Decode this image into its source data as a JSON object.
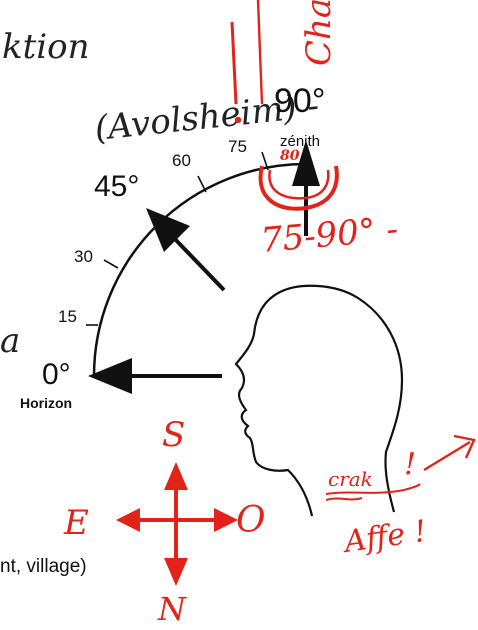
{
  "colors": {
    "ink": "#111111",
    "red_annotation": "#e2231a",
    "paper": "#ffffff"
  },
  "handwriting_black": {
    "top_left_fragment": "ktion",
    "place_note": "(Avolsheim) -",
    "left_fragment": "a"
  },
  "diagram": {
    "label_90": "90°",
    "label_zenith": "zénith",
    "label_75": "75",
    "label_60": "60",
    "label_45": "45°",
    "label_30": "30",
    "label_15": "15",
    "label_0": "0°",
    "label_horizon": "Horizon"
  },
  "handwriting_red": {
    "top_vertical_word": "Cha",
    "exclamation": "!",
    "range_note": "75-90° -",
    "small_mark": "80",
    "crak": "crak",
    "crak_exclamation": "!",
    "affe": "Affe !",
    "compass_S": "S",
    "compass_E": "E",
    "compass_O": "O",
    "compass_N": "N"
  },
  "bottom_text": {
    "caption_fragment": "nt, village)"
  }
}
